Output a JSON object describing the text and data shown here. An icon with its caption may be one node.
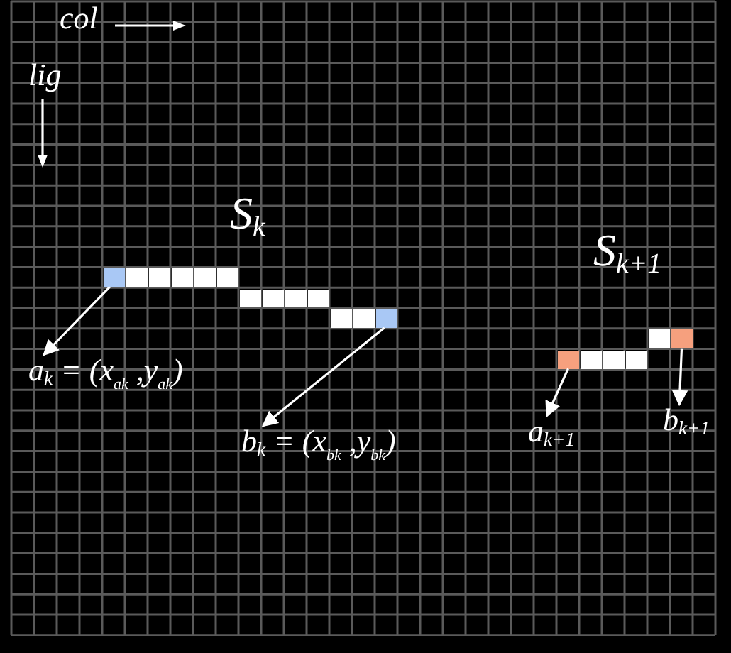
{
  "diagram": {
    "nodes": [
      {
        "text": [
          "S$_{k}$"
        ]
      },
      {
        "text": [],
        "shape": "box"
      },
      {
        "text": [],
        "shape": "box"
      },
      {
        "text": [
          "a$_{k}$ = (x$_{a}$$_{k}$ ,y$_{a}$$_{k}$)"
        ]
      },
      {
        "text": [
          "b$_{k}$ = (x$_{b}$$_{k}$ ,y$_{b}$$_{k}$)"
        ]
      },
      {
        "text": [
          "S$_{k+1}$"
        ]
      },
      {
        "text": [],
        "shape": "box"
      },
      {
        "text": [],
        "shape": "box"
      },
      {
        "text": [
          "a$_{k+1}$"
        ]
      },
      {
        "text": [
          "b$_{k+1}$"
        ]
      }
    ],
    "edges": [
      {
        "from": 1,
        "to": 3,
        "arrow": "to"
      },
      {
        "from": 2,
        "to": 4,
        "arrow": "to"
      },
      {
        "from": 6,
        "to": 8,
        "arrow": "to"
      },
      {
        "from": 7,
        "to": 9,
        "arrow": "to"
      }
    ],
    "labels": [
      "col",
      "lig"
    ]
  }
}
